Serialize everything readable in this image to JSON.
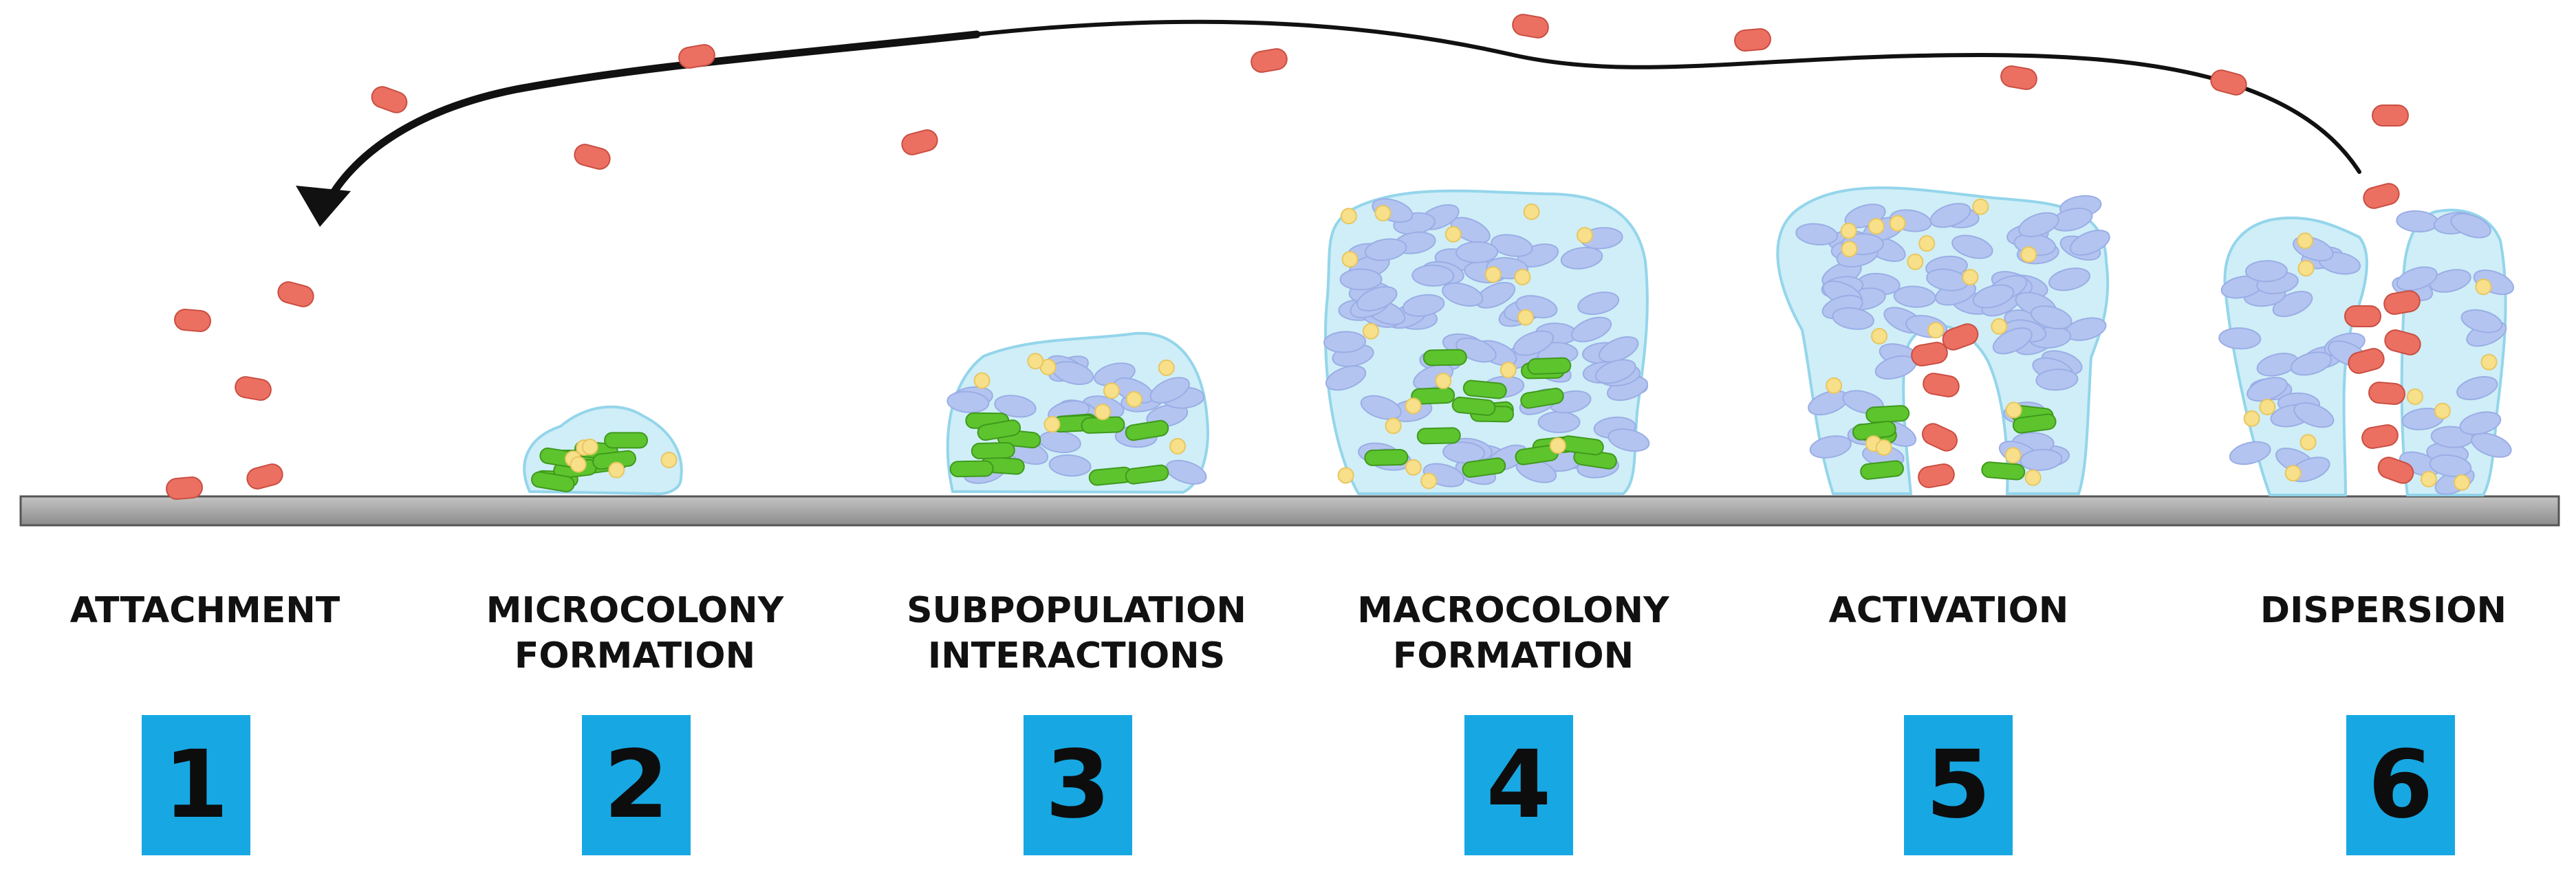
{
  "colors": {
    "matrix_fill": "#cdeef7",
    "matrix_stroke": "#8fd3ea",
    "blue_cell": "#b4c4f0",
    "green_cell": "#5ec42e",
    "yellow_dot": "#f8e08a",
    "red_cell": "#ec7062",
    "surface": "#a8a8a8",
    "number_box": "#17a8e3",
    "arrow": "#111111"
  },
  "icons": {
    "arrow": "curved-arrow-icon",
    "free_cell": "planktonic-bacterium-icon",
    "surface": "substrate-surface"
  },
  "stages": [
    {
      "number": "1",
      "label_lines": [
        "ATTACHMENT"
      ]
    },
    {
      "number": "2",
      "label_lines": [
        "MICROCOLONY",
        "FORMATION"
      ]
    },
    {
      "number": "3",
      "label_lines": [
        "SUBPOPULATION",
        "INTERACTIONS"
      ]
    },
    {
      "number": "4",
      "label_lines": [
        "MACROCOLONY",
        "FORMATION"
      ]
    },
    {
      "number": "5",
      "label_lines": [
        "ACTIVATION"
      ]
    },
    {
      "number": "6",
      "label_lines": [
        "DISPERSION"
      ]
    }
  ]
}
